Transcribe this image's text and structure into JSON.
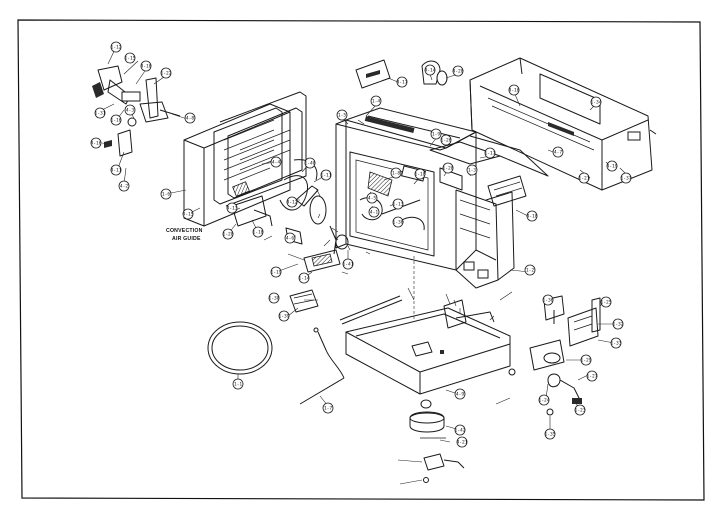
{
  "note": {
    "line1": "CONVECTION",
    "line2": "AIR GUIDE"
  },
  "callouts": [
    {
      "label": "1-12"
    },
    {
      "label": "1-15"
    },
    {
      "label": "4-10"
    },
    {
      "label": "1-22"
    },
    {
      "label": "1-31"
    },
    {
      "label": "1-16"
    },
    {
      "label": "4-3"
    },
    {
      "label": "4-8"
    },
    {
      "label": "4-16"
    },
    {
      "label": "4-11"
    },
    {
      "label": "4-2"
    },
    {
      "label": "1-4"
    },
    {
      "label": "4-17"
    },
    {
      "label": "4-14"
    },
    {
      "label": "4-20"
    },
    {
      "label": "1-5"
    },
    {
      "label": "1-8"
    },
    {
      "label": "1-18"
    },
    {
      "label": "1-26"
    },
    {
      "label": "1-9"
    },
    {
      "label": "1-17"
    },
    {
      "label": "4-16"
    },
    {
      "label": "1-34"
    },
    {
      "label": "1-21"
    },
    {
      "label": "1-37"
    },
    {
      "label": "1-6"
    },
    {
      "label": "4-15"
    },
    {
      "label": "4-13"
    },
    {
      "label": "1-28"
    },
    {
      "label": "4-4"
    },
    {
      "label": "1-10"
    },
    {
      "label": "1-40"
    },
    {
      "label": "1-11"
    },
    {
      "label": "4-12"
    },
    {
      "label": "4-6"
    },
    {
      "label": "4-5"
    },
    {
      "label": "4-1"
    },
    {
      "label": "1-13"
    },
    {
      "label": "1-30"
    },
    {
      "label": "1-20"
    },
    {
      "label": "1-3"
    },
    {
      "label": "4-18"
    },
    {
      "label": "4-7"
    },
    {
      "label": "4-19"
    },
    {
      "label": "1-2"
    },
    {
      "label": "1-41"
    },
    {
      "label": "1-1"
    },
    {
      "label": "1-19"
    },
    {
      "label": "1-14"
    },
    {
      "label": "1-38"
    },
    {
      "label": "1-39"
    },
    {
      "label": "1-7"
    },
    {
      "label": "1-36"
    },
    {
      "label": "1-25"
    },
    {
      "label": "1-32"
    },
    {
      "label": "1-33"
    },
    {
      "label": "1-29"
    },
    {
      "label": "1-27"
    },
    {
      "label": "1-24"
    },
    {
      "label": "1-23"
    },
    {
      "label": "1-35"
    },
    {
      "label": "4-9"
    },
    {
      "label": "1-42"
    },
    {
      "label": "4-21"
    }
  ]
}
